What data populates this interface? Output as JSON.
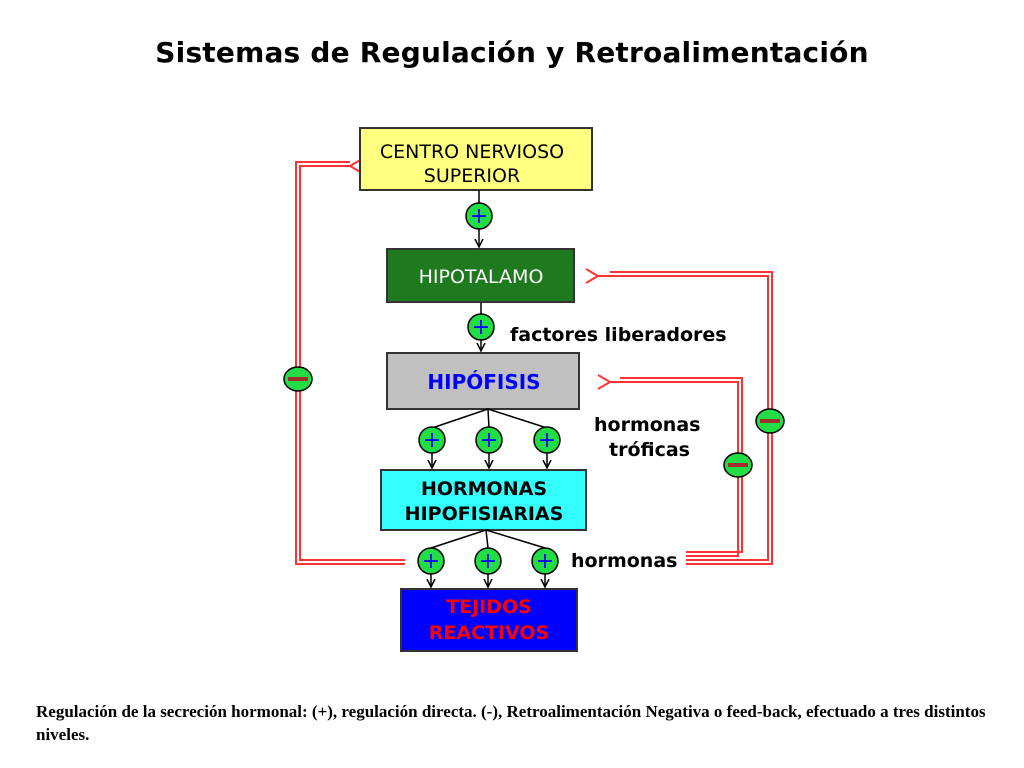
{
  "title": "Sistemas de Regulación y Retroalimentación",
  "boxes": {
    "centro": {
      "line1": "CENTRO NERVIOSO",
      "line2": "SUPERIOR",
      "fill": "#ffff80",
      "text_color": "#000000"
    },
    "hipotalamo": {
      "line1": "HIPOTALAMO",
      "fill": "#1f7a1f",
      "text_color": "#ffffff"
    },
    "hipofisis": {
      "line1": "HIPÓFISIS",
      "fill": "#c0c0c0",
      "text_color": "#0000ff"
    },
    "hormonas_hipofisiarias": {
      "line1": "HORMONAS",
      "line2": "HIPOFISIARIAS",
      "fill": "#33ffff",
      "text_color": "#000000"
    },
    "tejidos": {
      "line1": "TEJIDOS",
      "line2": "REACTIVOS",
      "fill": "#0000ff",
      "text_color": "#ff0000"
    }
  },
  "labels": {
    "factores": "factores liberadores",
    "hormonas_troficas_1": "hormonas",
    "hormonas_troficas_2": "tróficas",
    "hormonas": "hormonas"
  },
  "symbols": {
    "plus": "+",
    "minus": "−"
  },
  "colors": {
    "feedback_line": "#ff3333",
    "node_fill": "#22dd44",
    "node_sign": "#0000ff"
  },
  "caption": "Regulación de la secreción hormonal: (+), regulación directa. (-), Retroalimentación Negativa o feed-back, efectuado a tres distintos niveles."
}
